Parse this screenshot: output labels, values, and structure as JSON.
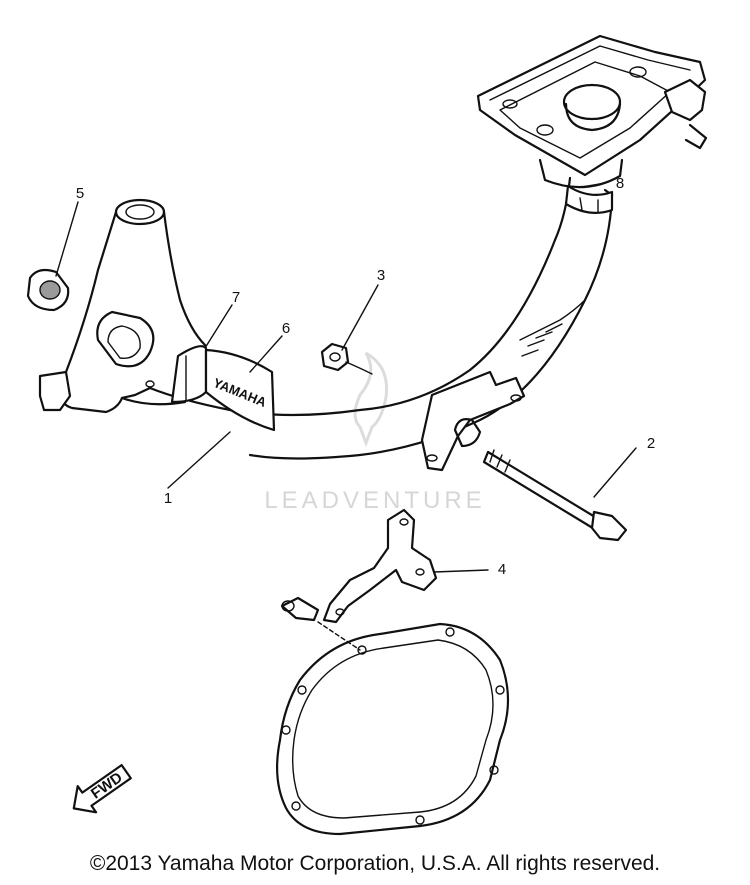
{
  "callouts": [
    {
      "id": "1",
      "label": "1"
    },
    {
      "id": "2",
      "label": "2"
    },
    {
      "id": "3",
      "label": "3"
    },
    {
      "id": "4",
      "label": "4"
    },
    {
      "id": "5",
      "label": "5"
    },
    {
      "id": "6",
      "label": "6"
    },
    {
      "id": "7",
      "label": "7"
    },
    {
      "id": "8",
      "label": "8"
    }
  ],
  "fwd_label": "FWD",
  "watermark": "LEADVENTURE",
  "frame_decal": "YAMAHA",
  "copyright": "©2013 Yamaha Motor Corporation, U.S.A. All rights reserved."
}
